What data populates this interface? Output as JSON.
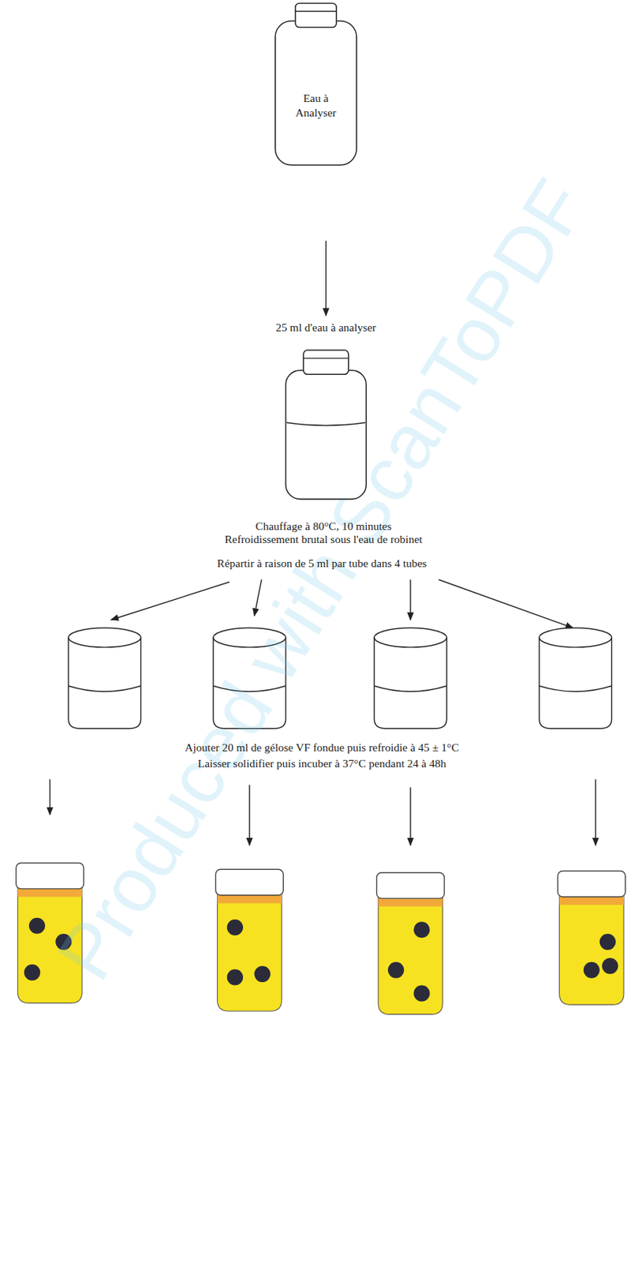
{
  "diagram": {
    "nodes": [
      {
        "text": [
          "Eau à Analyser"
        ]
      },
      {
        "text": [
          "25 ml d'eau à analyser"
        ]
      }
    ],
    "edges": [
      {
        "from": 0,
        "to": 1,
        "arrow": "to"
      }
    ],
    "labels": [
      "Chauffage à 80°C, 10 minutes",
      "Refroidissement brutal sous l'eau de robinet",
      "Répartir à raison de 5 ml par tube dans 4 tubes",
      "Ajouter 20 ml de gélose VF fondue puis refroidie à 45 ± 1°C",
      "Laisser solidifier puis incuber à 37°C pendant 24 à 48h",
      "Produced with ScanToPDF"
    ]
  }
}
